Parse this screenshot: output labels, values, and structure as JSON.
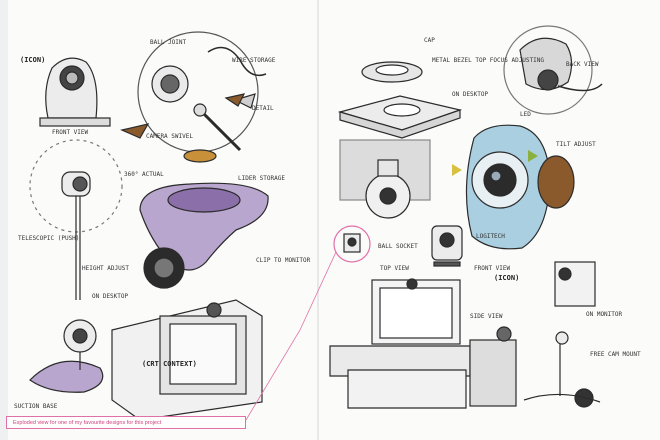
{
  "caption": "Exploded view for one of my favourite designs for this project",
  "labels": {
    "icon_left": "(ICON)",
    "front_view_left": "FRONT VIEW",
    "ball_joint": "BALL JOINT",
    "wire_storage": "WIRE STORAGE",
    "detail": "DETAIL",
    "camera_swivel": "CAMERA SWIVEL",
    "rotate_360": "360° ACTUAL",
    "lower_storage": "LIDER STORAGE",
    "telescopic": "TELESCOPIC (PUSH)",
    "height_adjust": "HEIGHT ADJUST",
    "suction_base": "SUCTION BASE",
    "no_desktop": "ON DESKTOP",
    "clip_monitor": "CLIP TO MONITOR",
    "crt_context": "(CRT CONTEXT)",
    "cap": "CAP",
    "metal_bezel": "METAL BEZEL TOP FOCUS ADJUSTING",
    "on_desktop_right": "ON DESKTOP",
    "back_view": "BACK VIEW",
    "led": "LED",
    "tilt_adjust": "TILT ADJUST",
    "icon_right": "(ICON)",
    "front_view_right": "FRONT VIEW",
    "ball_socket": "BALL SOCKET",
    "top_view": "TOP VIEW",
    "side_view": "SIDE VIEW",
    "on_monitor": "ON MONITOR",
    "free_cam_mount": "FREE CAM MOUNT",
    "brand": "LOGITECH"
  },
  "colors": {
    "caption_border": "#e070a8",
    "caption_text": "#d0407e",
    "purple_body": "#8a6fa8",
    "lilac": "#b9a6cf",
    "blue_body": "#a9cfe0",
    "brown_accent": "#8a5a2c",
    "copper": "#c9903a",
    "ink": "#2b2b2b",
    "yellow_arrow": "#d8c040",
    "green_arrow": "#8ab040"
  }
}
